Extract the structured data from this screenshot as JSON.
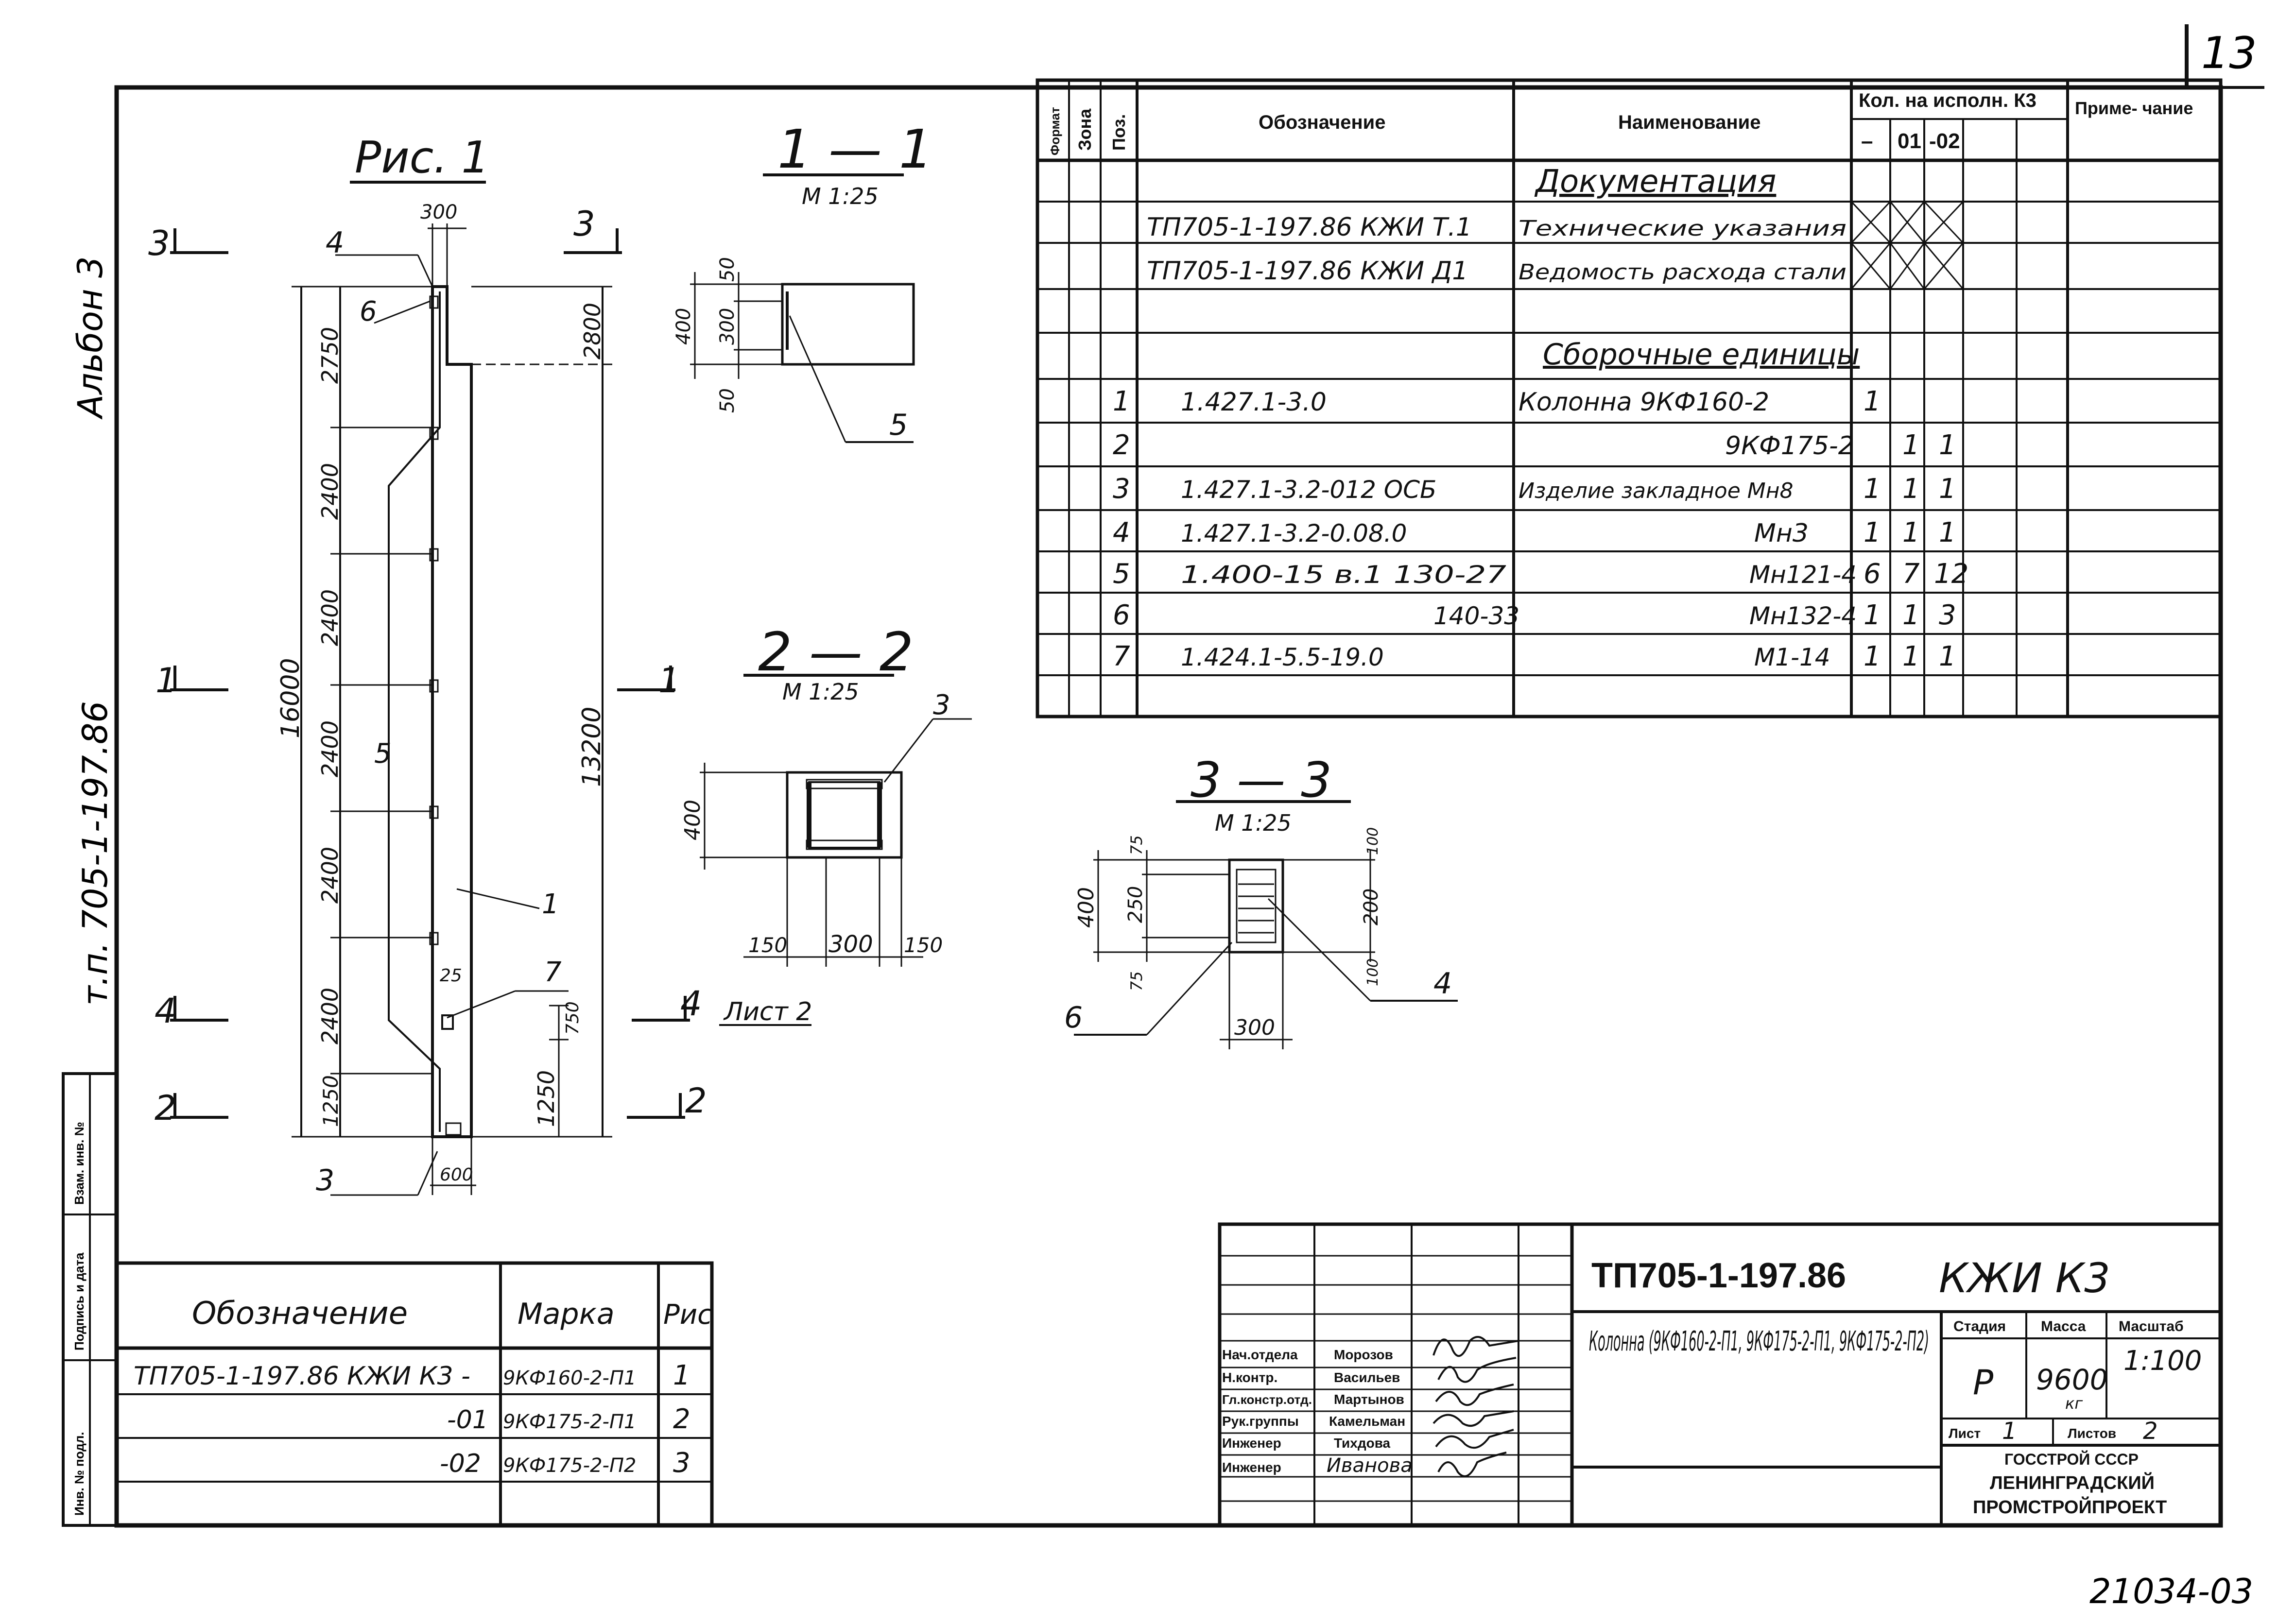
{
  "sheet_number": "13",
  "album_label": "Альбон 3",
  "project_side_label": "т.п. 705-1-197.86",
  "archive_number": "21034-03",
  "left_strip": [
    "Инв. № подл.",
    "Подпись и дата",
    "Взам. инв. №"
  ],
  "figure": {
    "title": "Рис. 1",
    "section_marks": [
      "3",
      "1",
      "4",
      "2"
    ],
    "dims_left": [
      "16000",
      "2750",
      "2400",
      "2400",
      "2400",
      "2400",
      "2400",
      "1250"
    ],
    "dims_right": [
      "2800",
      "13200",
      "750",
      "1250"
    ],
    "top_width": "300",
    "bottom_width": "600",
    "small_dim": "25",
    "callouts": [
      "4",
      "6",
      "5",
      "1",
      "7",
      "3"
    ],
    "sheet_ref": "Лист 2"
  },
  "sections": {
    "s11": {
      "title": "1 — 1",
      "scale": "М 1:25",
      "dims": [
        "50",
        "400",
        "300",
        "50"
      ],
      "callout": "5"
    },
    "s22": {
      "title": "2 — 2",
      "scale": "М 1:25",
      "dims": [
        "400",
        "150",
        "300",
        "150"
      ],
      "callout": "3"
    },
    "s33": {
      "title": "3 — 3",
      "scale": "М 1:25",
      "dims_left": [
        "75",
        "400",
        "250",
        "75"
      ],
      "dims_right": [
        "100",
        "200",
        "100"
      ],
      "bottom": "300",
      "callouts": [
        "6",
        "4"
      ]
    }
  },
  "spec_table": {
    "headers": {
      "format": "Формат",
      "zone": "Зона",
      "pos": "Поз.",
      "designation": "Обозначение",
      "name": "Наименование",
      "qty": "Кол. на исполн. К3",
      "note": "Приме- чание"
    },
    "qty_cols": [
      "–",
      "01",
      "-02"
    ],
    "rows": [
      {
        "pos": "",
        "designation": "",
        "name": "Документация",
        "q": [
          "",
          "",
          ""
        ]
      },
      {
        "pos": "",
        "designation": "ТП705-1-197.86 КЖИ Т.1",
        "name": "Технические указания",
        "q": [
          "X",
          "X",
          "X"
        ]
      },
      {
        "pos": "",
        "designation": "ТП705-1-197.86 КЖИ Д1",
        "name": "Ведомость расхода стали",
        "q": [
          "X",
          "X",
          "X"
        ]
      },
      {
        "pos": "",
        "designation": "",
        "name": "Сборочные единицы",
        "q": [
          "",
          "",
          ""
        ]
      },
      {
        "pos": "1",
        "designation": "1.427.1-3.0",
        "name": "Колонна 9КФ160-2",
        "q": [
          "1",
          "",
          ""
        ]
      },
      {
        "pos": "2",
        "designation": "",
        "name": "9КФ175-2",
        "q": [
          "",
          "1",
          "1"
        ]
      },
      {
        "pos": "3",
        "designation": "1.427.1-3.2-012 ОСБ",
        "name": "Изделие закладное Мн8",
        "q": [
          "1",
          "1",
          "1"
        ]
      },
      {
        "pos": "4",
        "designation": "1.427.1-3.2-0.08.0",
        "name": "Мн3",
        "q": [
          "1",
          "1",
          "1"
        ]
      },
      {
        "pos": "5",
        "designation": "1.400-15 в.1 130-27",
        "name": "Мн121-4",
        "q": [
          "6",
          "7",
          "12"
        ]
      },
      {
        "pos": "6",
        "designation": "140-33",
        "name": "Мн132-4",
        "q": [
          "1",
          "1",
          "3"
        ]
      },
      {
        "pos": "7",
        "designation": "1.424.1-5.5-19.0",
        "name": "М1-14",
        "q": [
          "1",
          "1",
          "1"
        ]
      }
    ]
  },
  "variants_table": {
    "headers": [
      "Обозначение",
      "Марка",
      "Рис"
    ],
    "rows": [
      {
        "designation": "ТП705-1-197.86 КЖИ К3 -",
        "mark": "9КФ160-2-П1",
        "fig": "1"
      },
      {
        "designation": "-01",
        "mark": "9КФ175-2-П1",
        "fig": "2"
      },
      {
        "designation": "-02",
        "mark": "9КФ175-2-П2",
        "fig": "3"
      }
    ]
  },
  "title_block": {
    "code": "ТП705-1-197.86",
    "code_suffix": "КЖИ К3",
    "item_name": "Колонна (9КФ160-2-П1, 9КФ175-2-П1, 9КФ175-2-П2)",
    "stage_label": "Стадия",
    "mass_label": "Масса",
    "scale_label": "Масштаб",
    "stage": "Р",
    "mass": "9600",
    "mass_unit": "кг",
    "scale": "1:100",
    "sheet_label": "Лист",
    "sheet": "1",
    "sheets_label": "Листов",
    "sheets": "2",
    "org": [
      "ГОССТРОЙ СССР",
      "ЛЕНИНГРАДСКИЙ",
      "ПРОМСТРОЙПРОЕКТ"
    ],
    "staff": [
      {
        "role": "Нач.отдела",
        "name": "Морозов"
      },
      {
        "role": "Н.контр.",
        "name": "Васильев"
      },
      {
        "role": "Гл.констр.отд.",
        "name": "Мартынов"
      },
      {
        "role": "Рук.группы",
        "name": "Камельман"
      },
      {
        "role": "Инженер",
        "name": "Тихдова"
      },
      {
        "role": "Инженер",
        "name": "Иванова"
      }
    ]
  }
}
